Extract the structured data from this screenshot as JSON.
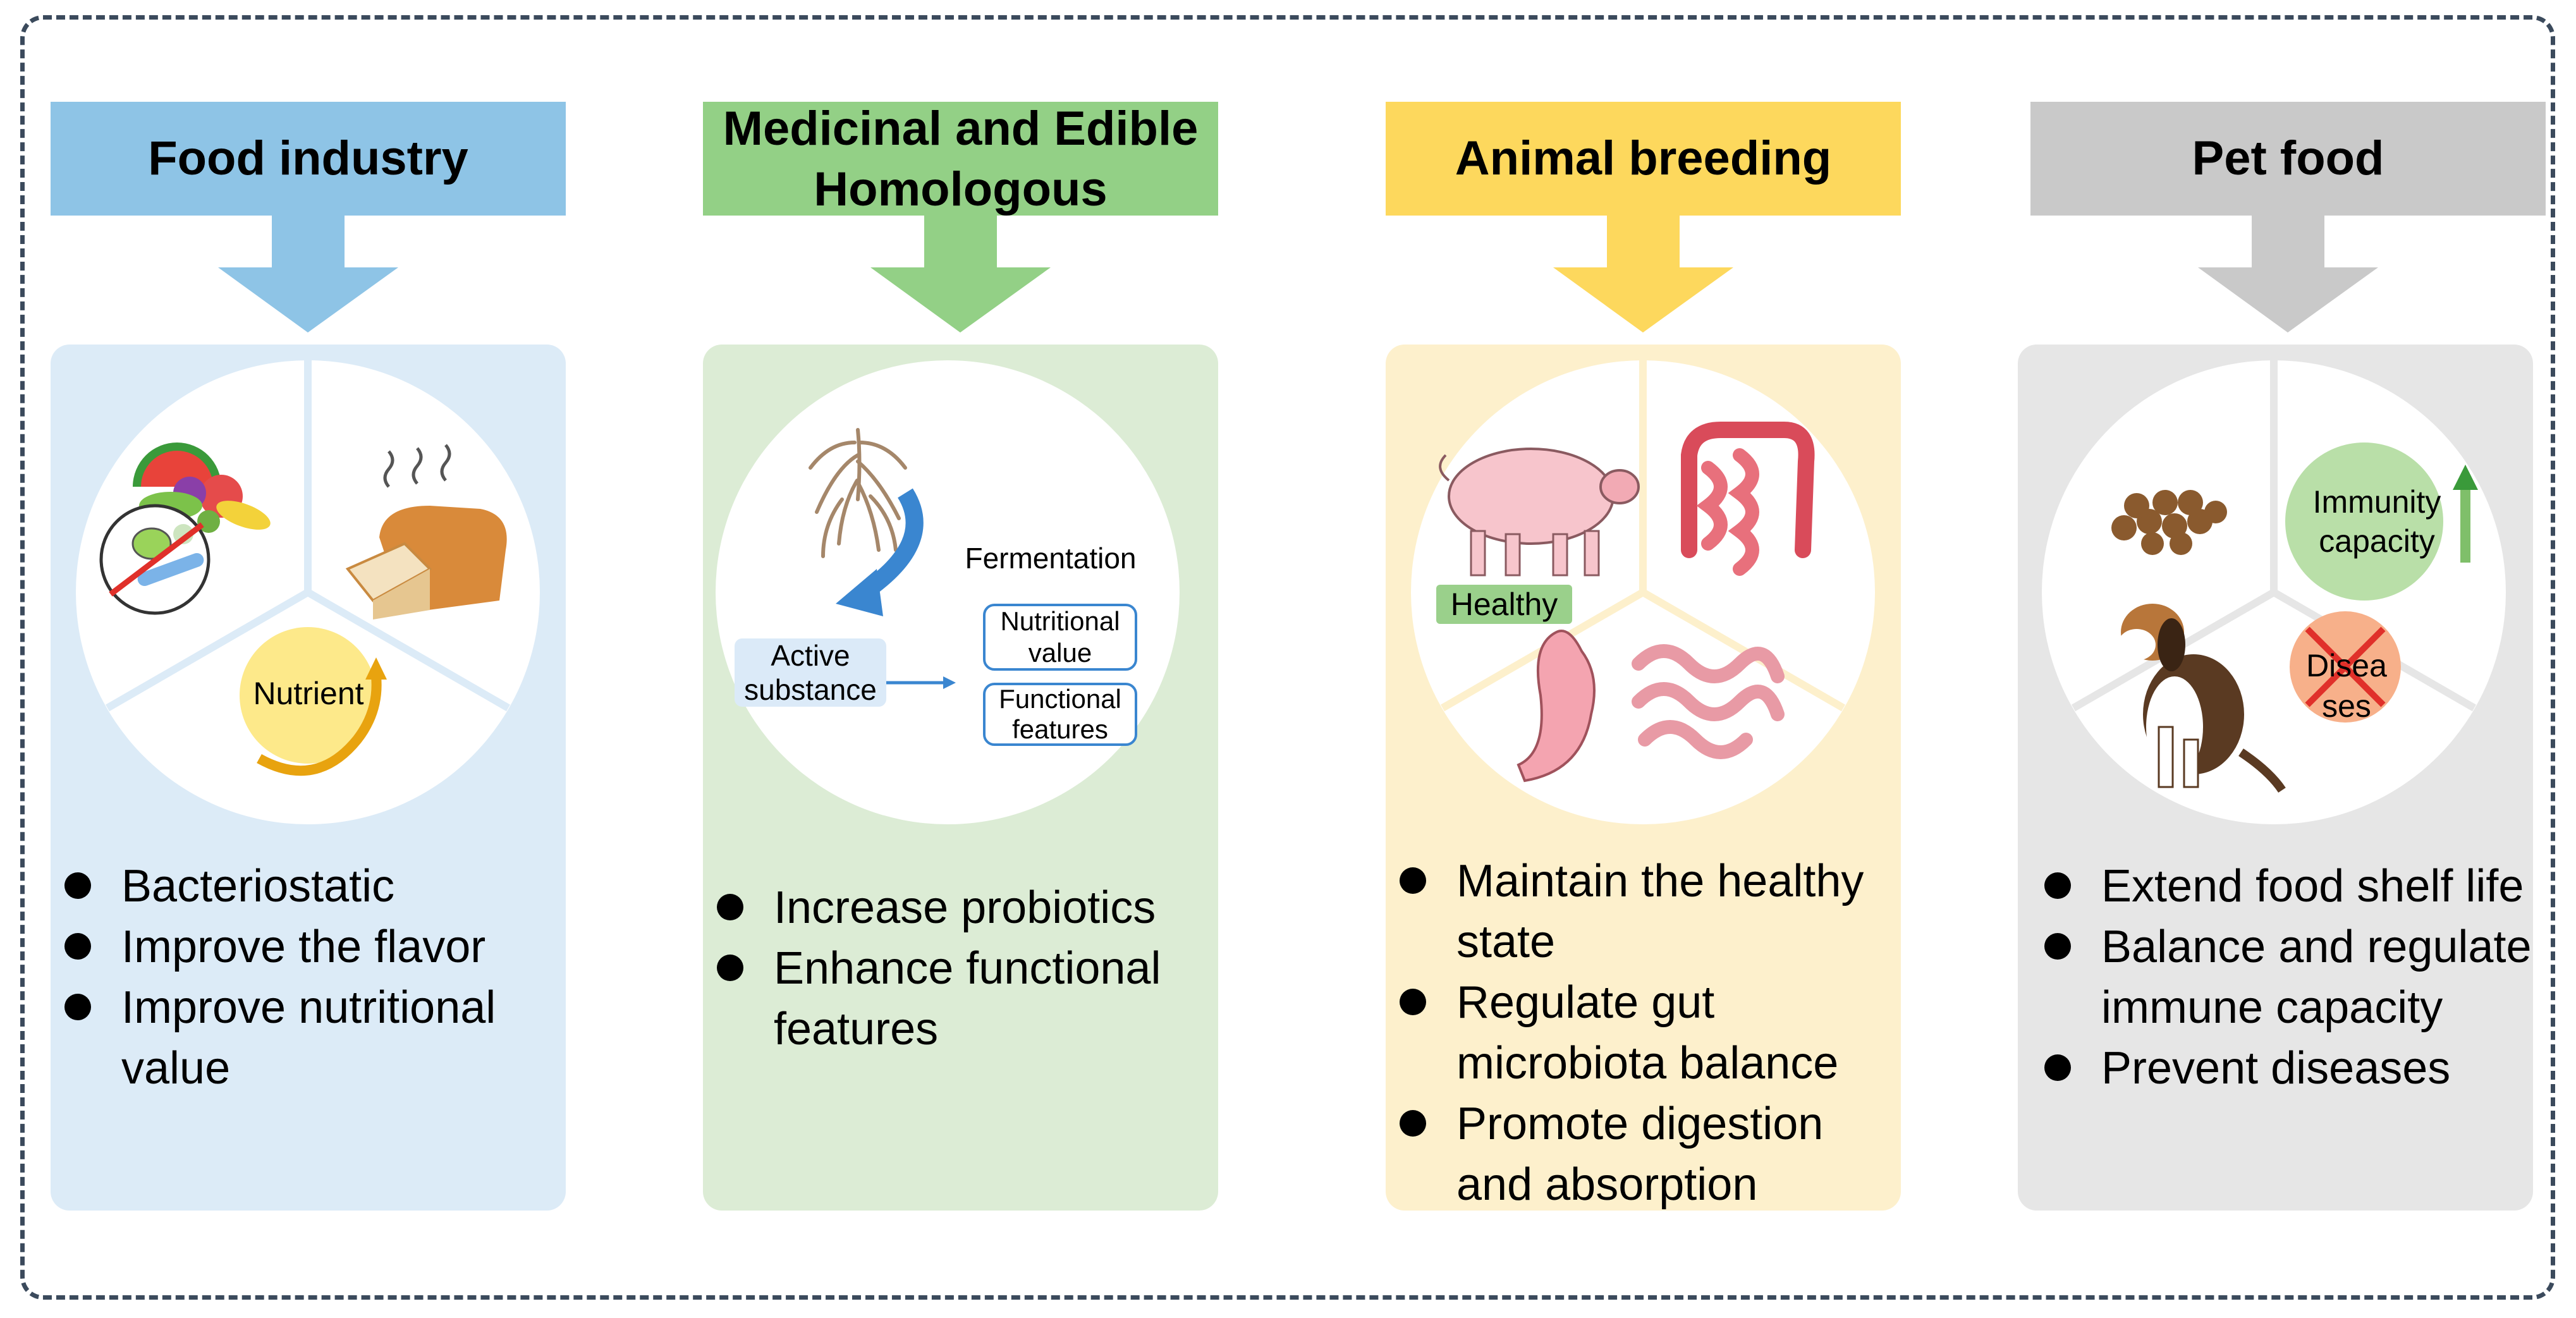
{
  "columns": [
    {
      "title": "Food industry",
      "header_color": "#8ec4e6",
      "panel_color": "#dcebf7",
      "arrow_color": "#8ec4e6",
      "icons": [
        "fruits-vegetables-icon",
        "no-bacteria-icon",
        "bread-icon",
        "nutrient-cycle-icon"
      ],
      "nutrient_label": "Nutrient",
      "bullets": [
        "Bacteriostatic",
        "Improve the flavor",
        "Improve nutritional value"
      ]
    },
    {
      "title": "Medicinal and Edible Homologous",
      "header_color": "#93d086",
      "panel_color": "#dcecd5",
      "arrow_color": "#93d086",
      "icons": [
        "herb-root-icon",
        "fermentation-arrow-icon"
      ],
      "fermentation_label": "Fermentation",
      "active_substance_label": "Active substance",
      "nutritional_value_label": "Nutritional value",
      "functional_features_label": "Functional features",
      "bullets": [
        "Increase probiotics",
        "Enhance functional features"
      ]
    },
    {
      "title": "Animal breeding",
      "header_color": "#fdd85d",
      "panel_color": "#fdf0cc",
      "arrow_color": "#fdd85d",
      "icons": [
        "pig-icon",
        "colon-icon",
        "stomach-icon",
        "small-intestine-icon"
      ],
      "healthy_label": "Healthy",
      "bullets": [
        "Maintain the healthy state",
        "Regulate gut microbiota balance",
        "Promote digestion and absorption"
      ]
    },
    {
      "title": "Pet food",
      "header_color": "#c9c9c9",
      "panel_color": "#e6e6e6",
      "arrow_color": "#c9c9c9",
      "icons": [
        "pet-kibble-icon",
        "up-arrow-icon",
        "dog-icon",
        "no-disease-icon"
      ],
      "immunity_label": "Immunity capacity",
      "diseases_label": "Disea ses",
      "bullets": [
        "Extend food shelf life",
        "Balance and regulate immune capacity",
        "Prevent diseases"
      ]
    }
  ]
}
